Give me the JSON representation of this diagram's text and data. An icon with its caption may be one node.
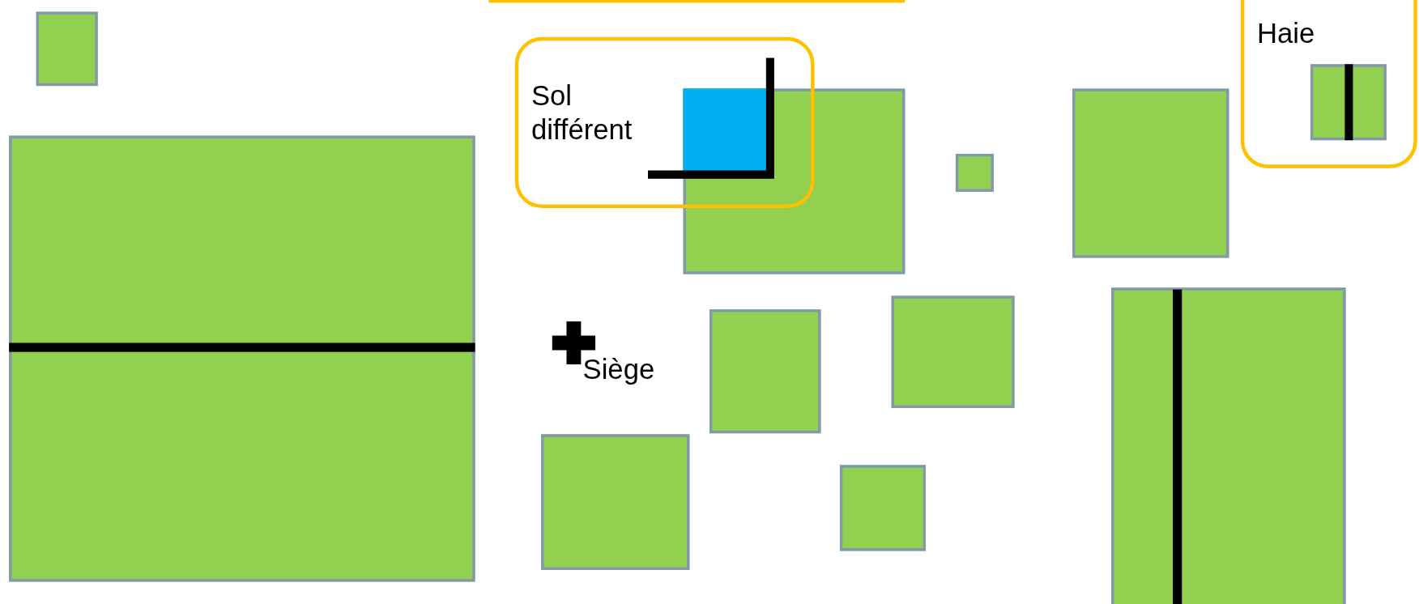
{
  "diagram": {
    "nodes": [
      {
        "text": [
          "Sol différent"
        ]
      },
      {
        "text": [
          "Haie"
        ]
      },
      {
        "text": [],
        "shape": "box"
      },
      {
        "text": [],
        "shape": "box"
      },
      {
        "text": [],
        "shape": "box"
      },
      {
        "text": [],
        "shape": "box"
      },
      {
        "text": [],
        "shape": "box"
      },
      {
        "text": [],
        "shape": "box",
        "in": 1
      },
      {
        "text": [],
        "shape": "box"
      },
      {
        "text": [],
        "shape": "box"
      },
      {
        "text": [],
        "shape": "box"
      },
      {
        "text": [],
        "shape": "box"
      },
      {
        "text": [],
        "shape": "box"
      }
    ],
    "labels": [
      "Siège"
    ]
  }
}
